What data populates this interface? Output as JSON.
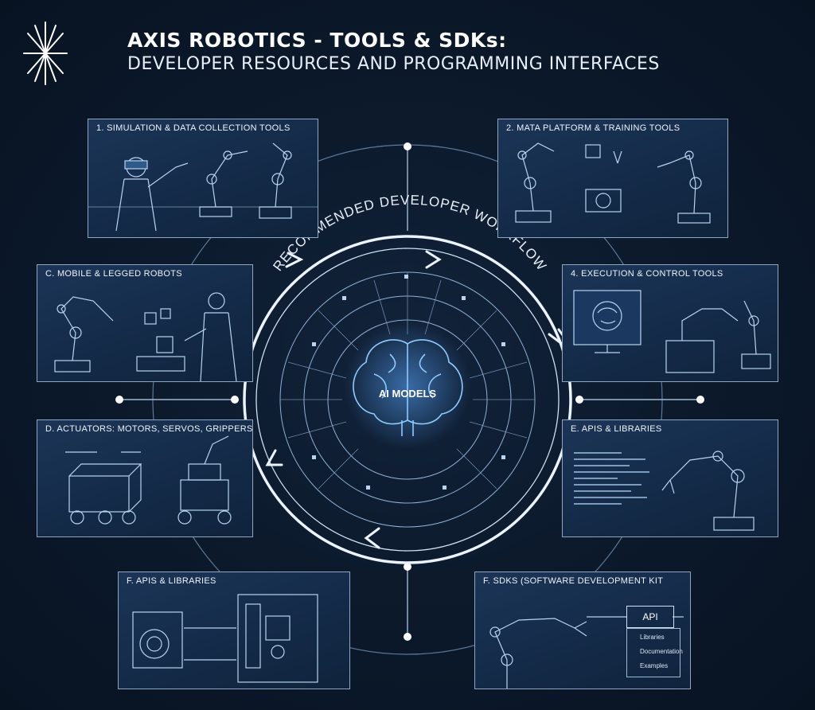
{
  "header": {
    "title_line1": "AXIS ROBOTICS - TOOLS & SDKs:",
    "title_line2": "DEVELOPER RESOURCES AND PROGRAMMING INTERFACES"
  },
  "center": {
    "ring_label": "RECOMMENDED DEVELOPER WORKFLOW",
    "hub_label": "AI MODELS"
  },
  "panels": {
    "sim": {
      "label": "1. SIMULATION & DATA COLLECTION TOOLS"
    },
    "mata": {
      "label": "2. MATA PLATFORM & TRAINING TOOLS"
    },
    "mobile": {
      "label": "C. MOBILE & LEGGED ROBOTS"
    },
    "exec": {
      "label": "4. EXECUTION & CONTROL TOOLS"
    },
    "actuators": {
      "label": "D. ACTUATORS: MOTORS, SERVOS, GRIPPERS"
    },
    "apis_right": {
      "label": "E. APIS & LIBRARIES"
    },
    "apis_bottom": {
      "label": "F. APIS & LIBRARIES"
    },
    "sdks": {
      "label": "F. SDKS (SOFTWARE DEVELOPMENT KIT",
      "api_box": "API",
      "list": [
        "Libraries",
        "Documentation",
        "Examples"
      ]
    }
  },
  "colors": {
    "accent": "#9cc6ef",
    "panel_border": "#8fa6c2",
    "background": "#0c1a2c"
  }
}
